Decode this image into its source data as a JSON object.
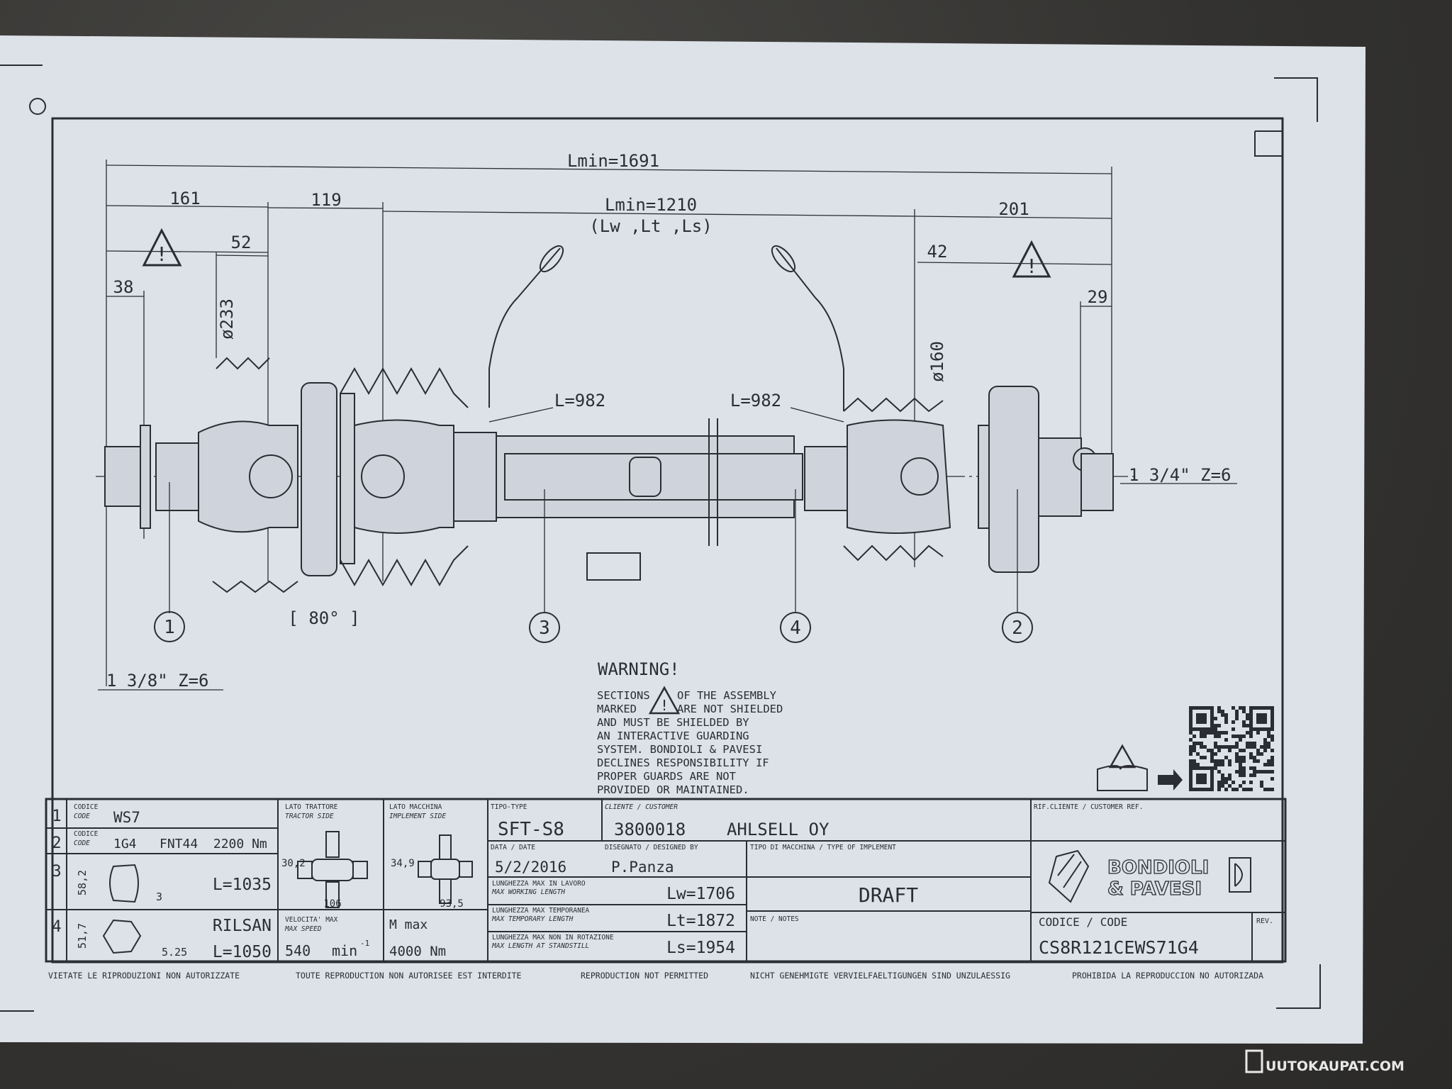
{
  "dimensions": {
    "lmin_total": "Lmin=1691",
    "d161": "161",
    "d119": "119",
    "lmin_inner": "Lmin=1210",
    "lmin_note": "(Lw ,Lt ,Ls)",
    "d201": "201",
    "d52": "52",
    "d42": "42",
    "d38": "38",
    "d29": "29",
    "dia233": "ø233",
    "dia160": "ø160",
    "tube_left": "L=982",
    "tube_right": "L=982",
    "shaft_right": "1 3/4\" Z=6",
    "shaft_left": "1 3/8\" Z=6",
    "angle": "[ 80° ]"
  },
  "balloons": [
    "1",
    "3",
    "4",
    "2"
  ],
  "warning": {
    "title": "WARNING!",
    "lines": [
      "SECTIONS",
      "OF THE ASSEMBLY",
      "MARKED",
      "ARE NOT SHIELDED",
      "AND MUST BE SHIELDED BY",
      "AN INTERACTIVE GUARDING",
      "SYSTEM. BONDIOLI & PAVESI",
      "DECLINES RESPONSIBILITY IF",
      "PROPER GUARDS ARE NOT",
      "PROVIDED OR MAINTAINED."
    ]
  },
  "title_block": {
    "rows": [
      {
        "num": "1",
        "label_it": "CODICE",
        "label_en": "CODE",
        "value": "WS7"
      },
      {
        "num": "2",
        "label_it": "CODICE",
        "label_en": "CODE",
        "value": "1G4   FNT44  2200 Nm"
      },
      {
        "num": "3",
        "dim_h": "58,2",
        "dim_t": "3",
        "value": "L=1035"
      },
      {
        "num": "4",
        "dim_h": "51,7",
        "dim_t": "5.25",
        "material": "RILSAN",
        "value": "L=1050"
      }
    ],
    "tractor_side": {
      "label_it": "LATO TRATTORE",
      "label_en": "TRACTOR SIDE",
      "dim_a": "30,2",
      "dim_b": "106"
    },
    "implement_side": {
      "label_it": "LATO MACCHINA",
      "label_en": "IMPLEMENT SIDE",
      "dim_a": "34,9",
      "dim_b": "93,5"
    },
    "speed": {
      "label_it": "VELOCITA' MAX",
      "label_en": "MAX SPEED",
      "value": "540",
      "unit": "min",
      "exp": "-1"
    },
    "torque": {
      "label": "M max",
      "value": "4000 Nm"
    },
    "type": {
      "label": "TIPO-TYPE",
      "value": "SFT-S8"
    },
    "customer": {
      "label": "CLIENTE / CUSTOMER",
      "value": "3800018    AHLSELL OY"
    },
    "customer_ref": {
      "label": "RIF.CLIENTE / CUSTOMER REF."
    },
    "date": {
      "label": "DATA / DATE",
      "value": "5/2/2016"
    },
    "designer": {
      "label": "DISEGNATO / DESIGNED BY",
      "value": "P.Panza"
    },
    "implement_type": {
      "label": "TIPO DI MACCHINA / TYPE OF IMPLEMENT"
    },
    "status": "DRAFT",
    "lengths": [
      {
        "it": "LUNGHEZZA MAX IN LAVORO",
        "en": "MAX WORKING LENGTH",
        "value": "Lw=1706"
      },
      {
        "it": "LUNGHEZZA MAX TEMPORANEA",
        "en": "MAX TEMPORARY LENGTH",
        "value": "Lt=1872"
      },
      {
        "it": "LUNGHEZZA MAX NON IN ROTAZIONE",
        "en": "MAX LENGTH AT STANDSTILL",
        "value": "Ls=1954"
      }
    ],
    "notes_label": "NOTE / NOTES",
    "brand": {
      "line1": "BONDIOLI",
      "line2": "& PAVESI"
    },
    "code": {
      "label": "CODICE / CODE",
      "value": "CS8R121CEWS71G4"
    },
    "rev_label": "REV."
  },
  "footer": [
    "VIETATE LE RIPRODUZIONI NON AUTORIZZATE",
    "TOUTE REPRODUCTION NON AUTORISEE EST INTERDITE",
    "REPRODUCTION NOT PERMITTED",
    "NICHT GENEHMIGTE VERVIELFAELTIGUNGEN SIND UNZULAESSIG",
    "PROHIBIDA LA REPRODUCCION NO AUTORIZADA"
  ],
  "watermark": "UUTOKAUPAT.COM"
}
